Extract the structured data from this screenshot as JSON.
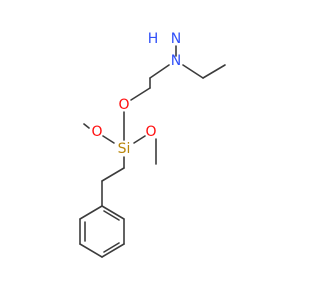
{
  "atoms": {
    "nh2": "H",
    "nh2_n": "N",
    "n": "N",
    "o_top": "O",
    "si": "Si",
    "o_left": "O",
    "o_right": "O"
  },
  "colors": {
    "bond": "#3c3c3c",
    "oxygen": "#ff0d0d",
    "nitrogen": "#3050f8",
    "silicon": "#b8860b"
  }
}
